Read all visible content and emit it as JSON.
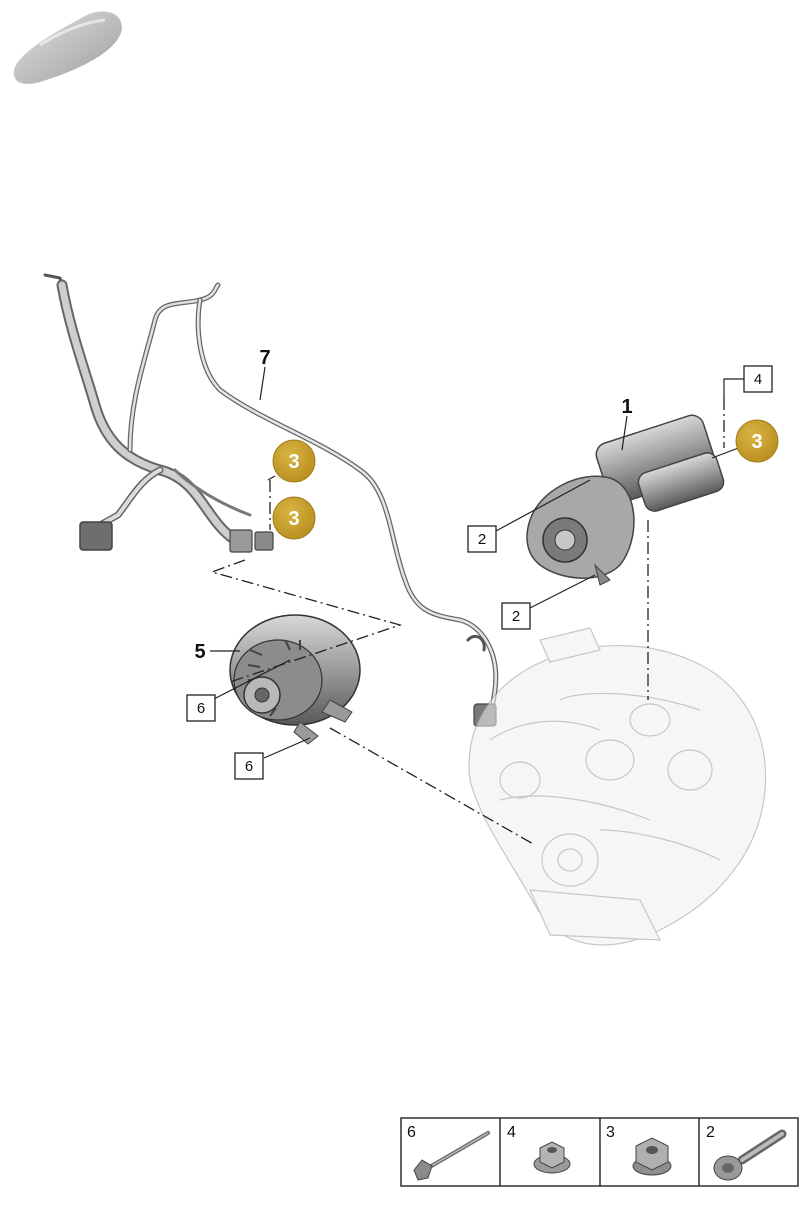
{
  "diagram": {
    "callouts": [
      {
        "id": "7",
        "style": "bold"
      },
      {
        "id": "1",
        "style": "bold"
      },
      {
        "id": "5",
        "style": "bold"
      },
      {
        "id": "4",
        "style": "box"
      },
      {
        "id": "2",
        "style": "box"
      },
      {
        "id": "2",
        "style": "box"
      },
      {
        "id": "6",
        "style": "box"
      },
      {
        "id": "6",
        "style": "box"
      },
      {
        "id": "3",
        "style": "highlight"
      },
      {
        "id": "3",
        "style": "highlight"
      },
      {
        "id": "3",
        "style": "highlight"
      }
    ],
    "highlight_color": "#c9a02c",
    "legend": [
      {
        "number": "6",
        "icon": "long-bolt-icon"
      },
      {
        "number": "4",
        "icon": "flange-nut-icon"
      },
      {
        "number": "3",
        "icon": "hex-nut-icon"
      },
      {
        "number": "2",
        "icon": "splined-bolt-icon"
      }
    ]
  }
}
